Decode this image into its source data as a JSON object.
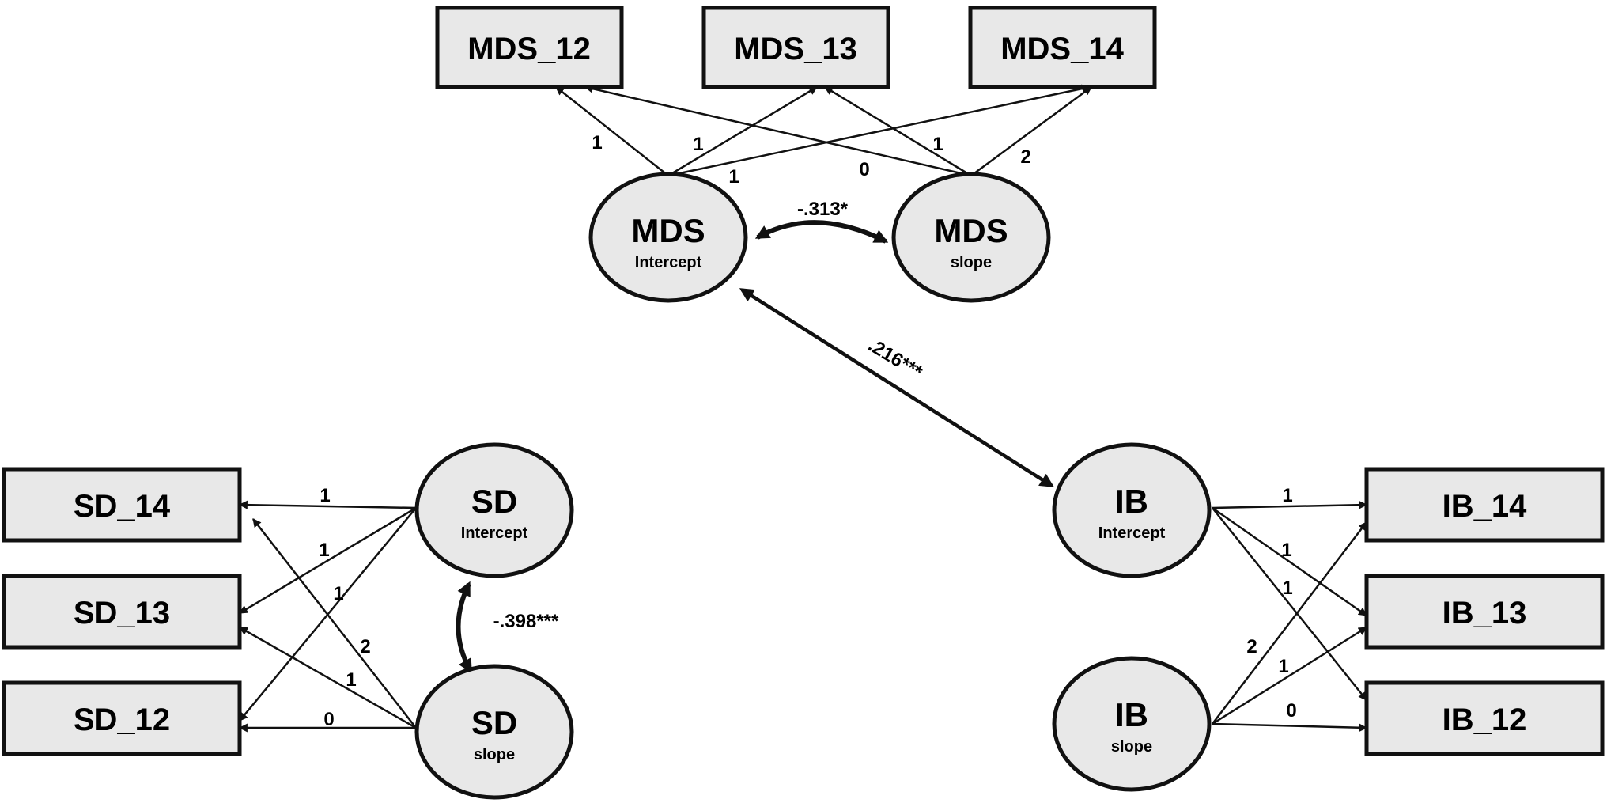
{
  "indicators": {
    "mds_12": "MDS_12",
    "mds_13": "MDS_13",
    "mds_14": "MDS_14",
    "sd_14": "SD_14",
    "sd_13": "SD_13",
    "sd_12": "SD_12",
    "ib_14": "IB_14",
    "ib_13": "IB_13",
    "ib_12": "IB_12"
  },
  "latents": {
    "mds_intercept": {
      "main": "MDS",
      "sub": "Intercept"
    },
    "mds_slope": {
      "main": "MDS",
      "sub": "slope"
    },
    "sd_intercept": {
      "main": "SD",
      "sub": "Intercept"
    },
    "sd_slope": {
      "main": "SD",
      "sub": "slope"
    },
    "ib_intercept": {
      "main": "IB",
      "sub": "Intercept"
    },
    "ib_slope": {
      "main": "IB",
      "sub": "slope"
    }
  },
  "loadings": {
    "mds_int_12": "1",
    "mds_int_13": "1",
    "mds_int_14": "1",
    "mds_slope_12": "0",
    "mds_slope_13": "1",
    "mds_slope_14": "2",
    "sd_int_14": "1",
    "sd_int_13": "1",
    "sd_int_12": "1",
    "sd_slope_14": "2",
    "sd_slope_13": "1",
    "sd_slope_12": "0",
    "ib_int_14": "1",
    "ib_int_13": "1",
    "ib_int_12": "1",
    "ib_slope_14": "2",
    "ib_slope_13": "1",
    "ib_slope_12": "0"
  },
  "correlations": {
    "mds_int_slope": "-.313*",
    "sd_int_slope": "-.398***",
    "mds_int_ib_int": ".216***"
  }
}
